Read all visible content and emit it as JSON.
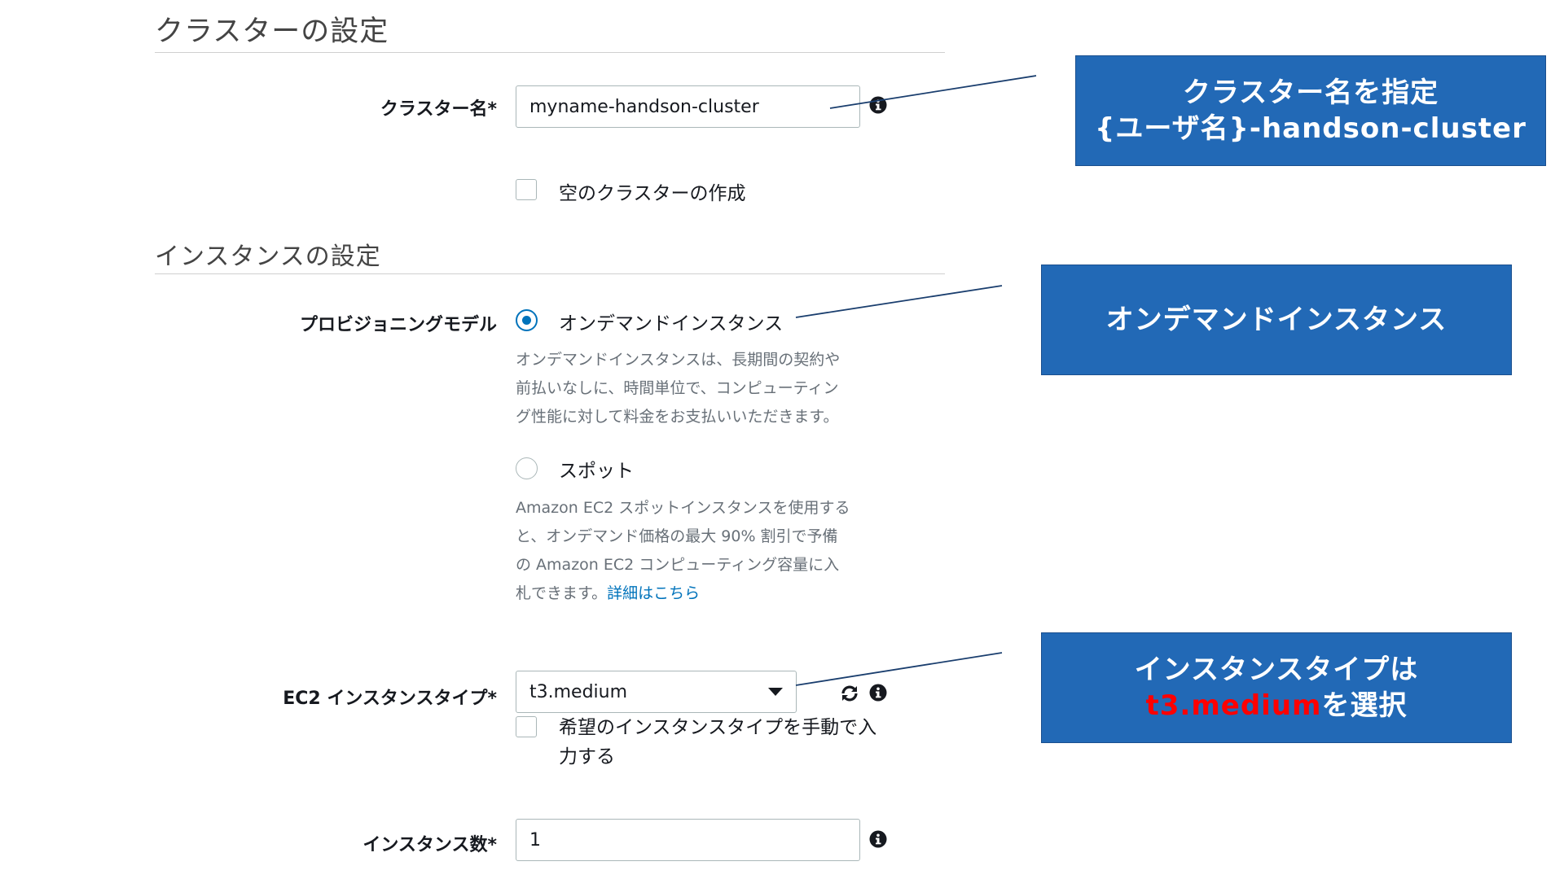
{
  "cluster_section": {
    "title": "クラスターの設定",
    "cluster_name_label": "クラスター名*",
    "cluster_name_value": "myname-handson-cluster",
    "empty_cluster_label": "空のクラスターの作成"
  },
  "instance_section": {
    "title": "インスタンスの設定",
    "provisioning_label": "プロビジョニングモデル",
    "ondemand_label": "オンデマンドインスタンス",
    "ondemand_desc": [
      "オンデマンドインスタンスは、長期間の契約や",
      "前払いなしに、時間単位で、コンピューティン",
      "グ性能に対して料金をお支払いいただきます。"
    ],
    "spot_label": "スポット",
    "spot_desc": [
      "Amazon EC2 スポットインスタンスを使用する",
      "と、オンデマンド価格の最大 90% 割引で予備",
      "の Amazon EC2 コンピューティング容量に入"
    ],
    "spot_desc_last": "札できます。",
    "spot_link": "詳細はこちら",
    "instance_type_label": "EC2 インスタンスタイプ*",
    "instance_type_value": "t3.medium",
    "manual_type_label_1": "希望のインスタンスタイプを手動で入",
    "manual_type_label_2": "力する",
    "instance_count_label": "インスタンス数*",
    "instance_count_value": "1"
  },
  "callouts": {
    "cluster_name": {
      "line1": "クラスター名を指定",
      "line2": "{ユーザ名}-handson-cluster"
    },
    "ondemand": {
      "line1": "オンデマンドインスタンス"
    },
    "instance_type": {
      "line1": "インスタンスタイプは",
      "line2_red": "t3.medium",
      "line2_rest": "を選択"
    }
  },
  "colors": {
    "callout_bg": "#2269b6",
    "radio_selected": "#0073bb",
    "link": "#0073bb",
    "highlight_red": "#ff0000"
  }
}
